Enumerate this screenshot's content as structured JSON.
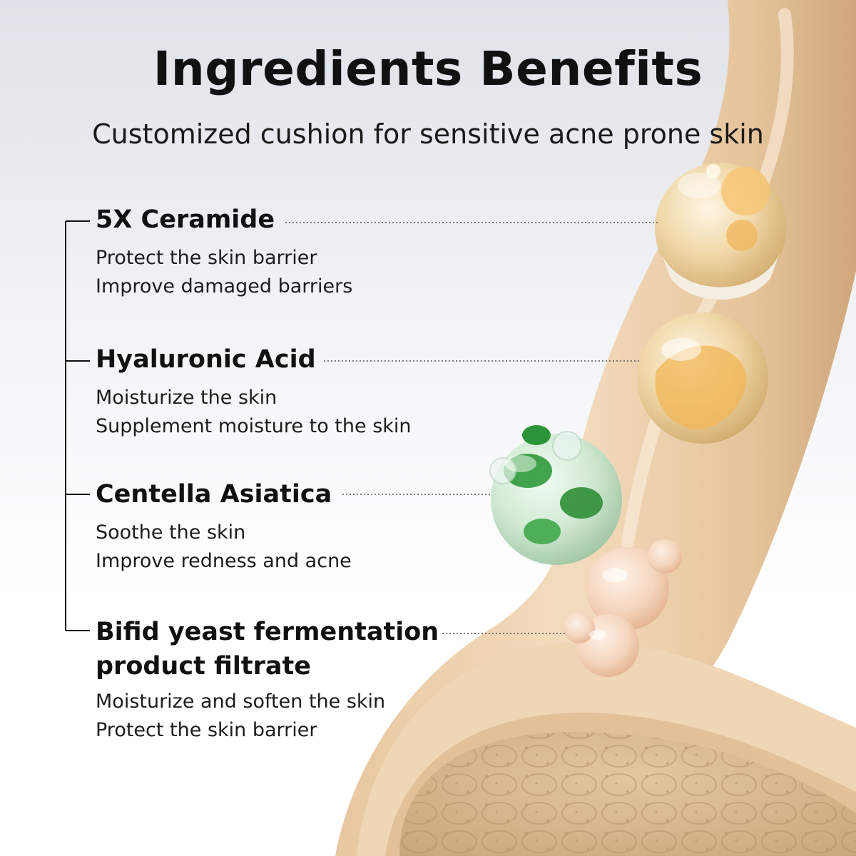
{
  "header": {
    "title": "Ingredients Benefits",
    "subtitle": "Customized cushion for sensitive acne prone skin"
  },
  "ingredients": [
    {
      "name": "5X Ceramide",
      "benefits": [
        "Protect the skin barrier",
        "Improve damaged barriers"
      ],
      "icon": "ceramide-capsule-icon"
    },
    {
      "name": "Hyaluronic Acid",
      "benefits": [
        "Moisturize the skin",
        "Supplement moisture to the skin"
      ],
      "icon": "hyaluronic-droplet-icon"
    },
    {
      "name": "Centella Asiatica",
      "benefits": [
        "Soothe the skin",
        "Improve redness and acne"
      ],
      "icon": "centella-leaf-bubble-icon"
    },
    {
      "name_lines": [
        "Bifid yeast fermentation",
        "product filtrate"
      ],
      "benefits": [
        "Moisturize and soften the skin",
        "Protect the skin barrier"
      ],
      "icon": "yeast-bubbles-icon"
    }
  ],
  "colors": {
    "cream": "#ecd2b0",
    "cream_shadow": "#d9b68c",
    "cream_highlight": "#f8e9d4",
    "sponge": "#d7b88f",
    "leaf_green": "#2f9a3a",
    "text": "#111111"
  }
}
